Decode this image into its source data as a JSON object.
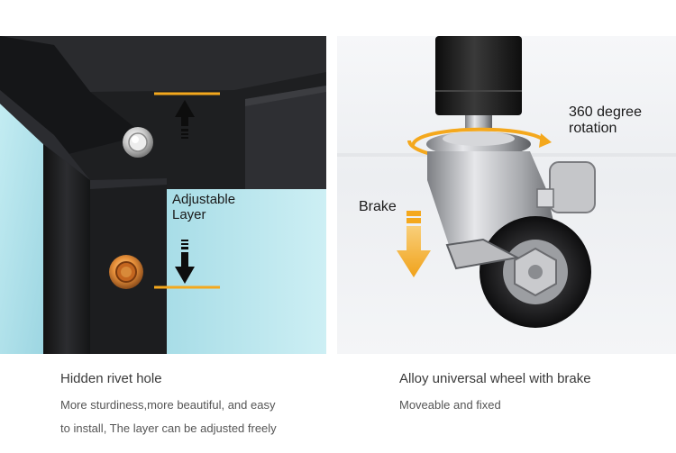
{
  "left": {
    "overlay_label": "Adjustable\nLayer",
    "caption_title": "Hidden rivet hole",
    "caption_lines": [
      "More sturdiness,more beautiful, and easy",
      "to install, The layer can be adjusted freely"
    ]
  },
  "right": {
    "rotation_label": "360 degree\nrotation",
    "brake_label": "Brake",
    "caption_title": "Alloy universal wheel with brake",
    "caption_lines": [
      "Moveable and fixed"
    ]
  },
  "colors": {
    "accent_orange": "#f4a81d",
    "glass_blue": "#b5e4ec",
    "frame_black": "#1e1f21"
  }
}
